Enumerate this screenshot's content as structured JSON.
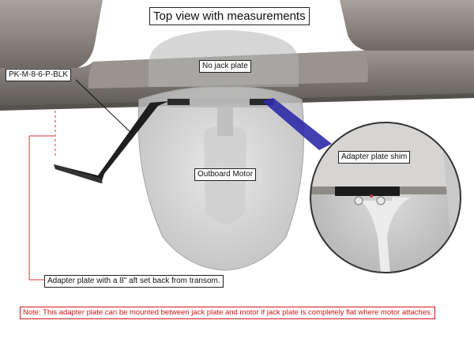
{
  "title": "Top view with measurements",
  "labels": {
    "part_number": "PK-M-8-6-P-BLK",
    "no_jack_plate": "No jack plate",
    "outboard_motor": "Outboard Motor",
    "adapter_plate_shim": "Adapter plate shim",
    "adapter_plate_setback": "Adapter plate with a 8\" aft set back from transom."
  },
  "note": "Note: This adapter plate can be mounted between jack plate and motor if jack plate is completely flat where motor attaches.",
  "colors": {
    "hull": "#8b8580",
    "note_red": "#d01818",
    "leader_red": "#d33",
    "zoom_blue": "#2d2aa8"
  }
}
